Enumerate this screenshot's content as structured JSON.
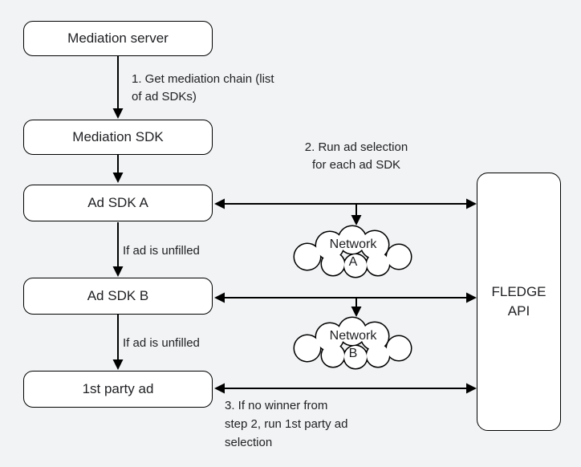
{
  "diagram": {
    "title": "Mediation ad selection flow with FLEDGE API",
    "colors": {
      "background": "#f1f3f4",
      "node_fill": "#ffffff",
      "line": "#000000",
      "text": "#202124"
    },
    "nodes": {
      "mediation_server": {
        "label": "Mediation server"
      },
      "mediation_sdk": {
        "label": "Mediation SDK"
      },
      "ad_sdk_a": {
        "label": "Ad SDK A"
      },
      "ad_sdk_b": {
        "label": "Ad SDK B"
      },
      "first_party_ad": {
        "label": "1st party ad"
      },
      "fledge_api": {
        "label": "FLEDGE\nAPI"
      },
      "network_a": {
        "label": "Network\nA"
      },
      "network_b": {
        "label": "Network\nB"
      }
    },
    "annotations": {
      "step1": "1. Get mediation chain (list\nof ad SDKs)",
      "step2": "2. Run ad selection\nfor each ad SDK",
      "if_unfilled_a": "If ad is unfilled",
      "if_unfilled_b": "If ad is unfilled",
      "step3": "3. If no winner from\nstep 2, run 1st party ad\nselection"
    },
    "edges": [
      "mediation_server -> mediation_sdk (step1)",
      "mediation_sdk -> ad_sdk_a",
      "ad_sdk_a -> ad_sdk_b (if unfilled)",
      "ad_sdk_b -> first_party_ad (if unfilled)",
      "ad_sdk_a <-> fledge_api",
      "ad_sdk_b <-> fledge_api",
      "first_party_ad <-> fledge_api",
      "ad_sdk_a/fledge link -> network_a",
      "ad_sdk_b/fledge link -> network_b"
    ]
  }
}
